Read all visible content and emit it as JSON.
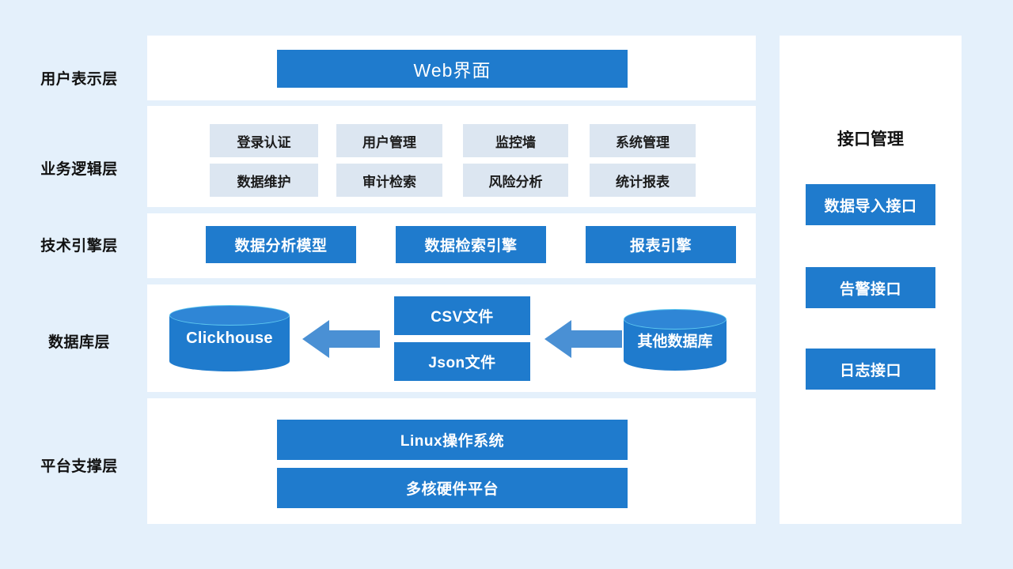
{
  "theme": {
    "background": "#e4f0fb",
    "panel_bg": "#ffffff",
    "primary_blue": "#1f7bcd",
    "chip_bg": "#dce6f1",
    "arrow_blue": "#4a90d4",
    "cylinder_top": "#2f86d6",
    "cylinder_edge": "#5fc9f0",
    "text_dark": "#111111",
    "text_light": "#ffffff"
  },
  "layers": [
    {
      "id": "presentation",
      "label": "用户表示层"
    },
    {
      "id": "business",
      "label": "业务逻辑层"
    },
    {
      "id": "engine",
      "label": "技术引擎层"
    },
    {
      "id": "database",
      "label": "数据库层"
    },
    {
      "id": "platform",
      "label": "平台支撑层"
    }
  ],
  "presentation": {
    "items": [
      {
        "label": "Web界面"
      }
    ]
  },
  "business": {
    "row1": [
      {
        "label": "登录认证"
      },
      {
        "label": "用户管理"
      },
      {
        "label": "监控墙"
      },
      {
        "label": "系统管理"
      }
    ],
    "row2": [
      {
        "label": "数据维护"
      },
      {
        "label": "审计检索"
      },
      {
        "label": "风险分析"
      },
      {
        "label": "统计报表"
      }
    ]
  },
  "engine": {
    "items": [
      {
        "label": "数据分析模型"
      },
      {
        "label": "数据检索引擎"
      },
      {
        "label": "报表引擎"
      }
    ]
  },
  "database": {
    "target": {
      "label": "Clickhouse"
    },
    "files": [
      {
        "label": "CSV文件"
      },
      {
        "label": "Json文件"
      }
    ],
    "source": {
      "label": "其他数据库"
    },
    "arrows": [
      {
        "name": "arrow-files-to-clickhouse",
        "direction": "left"
      },
      {
        "name": "arrow-source-to-files",
        "direction": "left"
      }
    ]
  },
  "platform": {
    "items": [
      {
        "label": "Linux操作系统"
      },
      {
        "label": "多核硬件平台"
      }
    ]
  },
  "interface_panel": {
    "title": "接口管理",
    "items": [
      {
        "label": "数据导入接口"
      },
      {
        "label": "告警接口"
      },
      {
        "label": "日志接口"
      }
    ]
  }
}
